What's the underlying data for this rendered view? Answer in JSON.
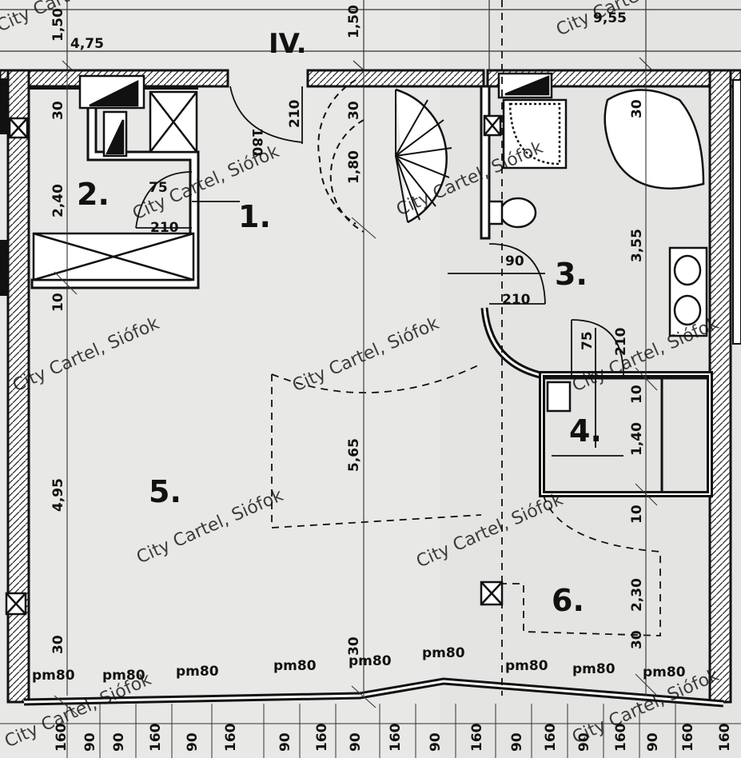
{
  "plan": {
    "level_label": "IV.",
    "top_dims": [
      "1,50",
      "4,75",
      "1,50",
      "9,55"
    ],
    "rooms": [
      "1.",
      "2.",
      "3.",
      "4.",
      "5.",
      "6."
    ],
    "room_dims": {
      "left_30": "30",
      "left_240": "2,40",
      "left_10": "10",
      "left_495": "4,95",
      "left_30b": "30",
      "door1_180": "180",
      "door1_210": "210",
      "door2_75": "75",
      "door2_210": "210",
      "stair_30": "30",
      "stair_180": "1,80",
      "center_565": "5,65",
      "center_30": "30",
      "door3_90": "90",
      "door3_210": "210",
      "door4_75": "75",
      "door4_210": "210",
      "right_30": "30",
      "right_355": "3,55",
      "right_10a": "10",
      "right_140": "1,40",
      "right_10b": "10",
      "right_230": "2,30",
      "right_30b": "30"
    },
    "pm_labels": [
      "pm80",
      "pm80",
      "pm80",
      "pm80",
      "pm80",
      "pm80",
      "pm80",
      "pm80",
      "pm80"
    ],
    "bottom_dims": [
      "160",
      "90",
      "90",
      "160",
      "90",
      "160",
      "90",
      "160",
      "90",
      "160",
      "90",
      "160",
      "90",
      "160",
      "90",
      "160",
      "90",
      "160",
      "160"
    ],
    "watermark": "City Cartel, Siófok"
  }
}
